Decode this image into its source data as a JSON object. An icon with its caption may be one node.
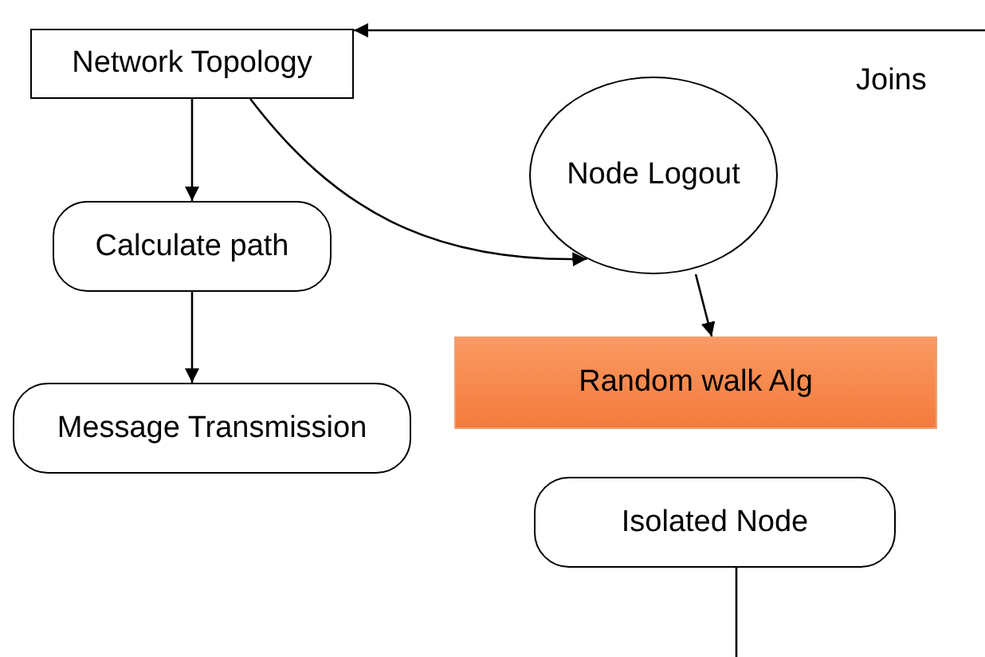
{
  "diagram": {
    "nodes": [
      {
        "text": [
          "Network Topology"
        ]
      },
      {
        "text": [
          "Calculate path"
        ]
      },
      {
        "text": [
          "Message Transmission"
        ]
      },
      {
        "text": [
          "Node Logout"
        ]
      },
      {
        "text": [
          "Random walk Alg"
        ]
      },
      {
        "text": [
          "Isolated Node"
        ]
      }
    ],
    "edges": [
      {
        "from": null,
        "to": 0,
        "arrow": "to",
        "label": "Joins"
      },
      {
        "from": 0,
        "to": 1,
        "arrow": "to"
      },
      {
        "from": 1,
        "to": 2,
        "arrow": "to"
      },
      {
        "from": 0,
        "to": 3,
        "arrow": "to"
      },
      {
        "from": 3,
        "to": 4,
        "arrow": "to"
      },
      {
        "from": 5,
        "to": null,
        "arrow": "none"
      }
    ]
  }
}
